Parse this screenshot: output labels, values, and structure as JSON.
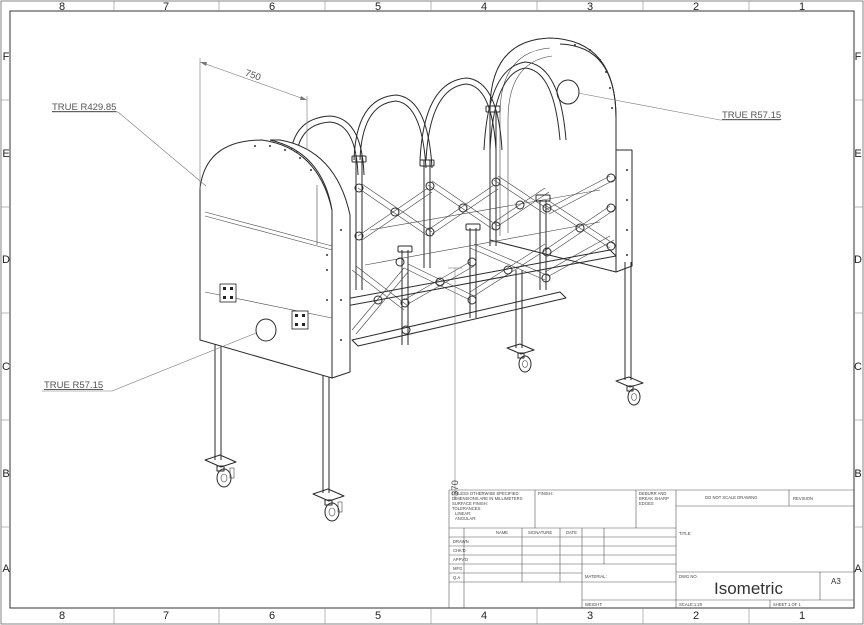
{
  "drawing": {
    "zones_columns": [
      "8",
      "7",
      "6",
      "5",
      "4",
      "3",
      "2",
      "1"
    ],
    "zones_rows": [
      "F",
      "E",
      "D",
      "C",
      "B",
      "A"
    ],
    "dimensions": {
      "width": "750",
      "height": "370",
      "radius_front": "TRUE R429.85",
      "hole_rear": "TRUE R57.15",
      "hole_front": "TRUE R57.15"
    }
  },
  "title_block": {
    "notes_lines": [
      "UNLESS OTHERWISE SPECIFIED:",
      "DIMENSIONS ARE IN MILLIMETERS",
      "SURFACE FINISH:",
      "TOLERANCES:",
      "LINEAR:",
      "ANGULAR:"
    ],
    "finish": "FINISH:",
    "deburr_lines": [
      "DEBURR AND",
      "BREAK SHARP",
      "EDGES"
    ],
    "do_not_scale": "DO NOT SCALE DRAWING",
    "revision": "REVISION",
    "col_name": "NAME",
    "col_signature": "SIGNATURE",
    "col_date": "DATE",
    "rows": [
      "DRAWN",
      "CHK'D",
      "APPV'D",
      "MFG",
      "Q.A"
    ],
    "title": "TITLE:",
    "material": "MATERIAL:",
    "dwg_no": "DWG NO.",
    "name_value": "Isometric",
    "size": "A3",
    "weight": "WEIGHT:",
    "scale": "SCALE:1:20",
    "sheet": "SHEET 1 OF 1"
  }
}
